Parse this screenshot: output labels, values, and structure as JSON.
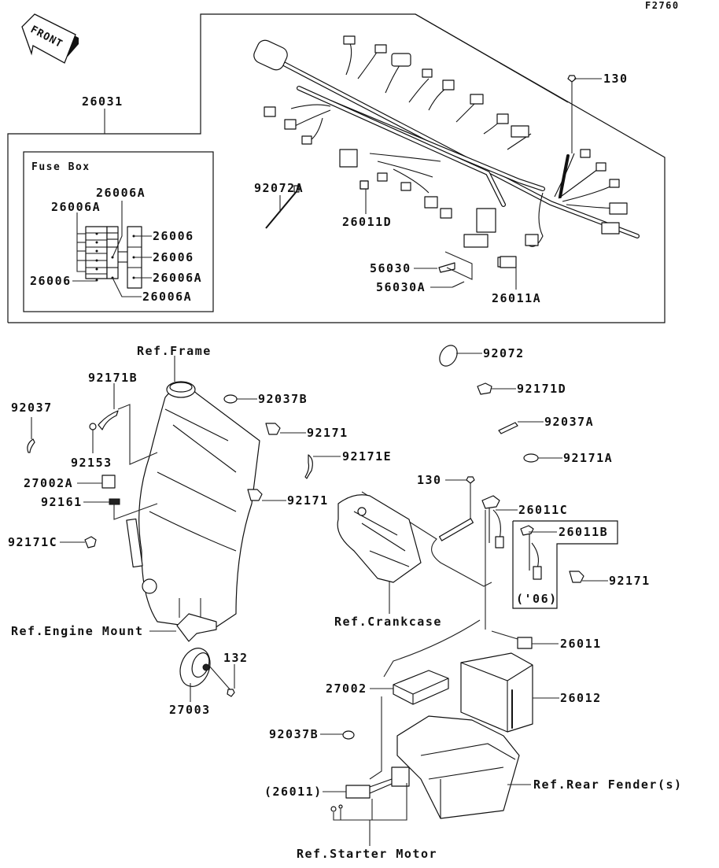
{
  "diagram": {
    "figure_id": "F2760",
    "front_arrow_label": "FRONT",
    "harness_box": {
      "main_label": "26031",
      "labels": [
        "130",
        "92072A",
        "26011D",
        "56030",
        "56030A",
        "26011A"
      ]
    },
    "fuse_box": {
      "title": "Fuse Box",
      "labels": {
        "top_center": "26006A",
        "top_left": "26006A",
        "right_1": "26006",
        "right_2": "26006",
        "right_3": "26006A",
        "bottom_left": "26006",
        "bottom_center": "26006A"
      }
    },
    "frame_section": {
      "ref_frame": "Ref.Frame",
      "labels": [
        "92171B",
        "92037",
        "92153",
        "27002A",
        "92161",
        "92171C",
        "92037B",
        "92171",
        "92171E",
        "92171"
      ],
      "ref_engine_mount": "Ref.Engine Mount",
      "horn_labels": [
        "132",
        "27003"
      ]
    },
    "right_section": {
      "labels": [
        "92072",
        "92171D",
        "92037A",
        "92171A",
        "130",
        "26011C",
        "26011B",
        "('06)",
        "92171"
      ],
      "ref_crankcase": "Ref.Crankcase"
    },
    "battery_section": {
      "labels": [
        "26011",
        "26012",
        "27002",
        "92037B",
        "(26011)"
      ],
      "ref_rear_fender": "Ref.Rear Fender(s)",
      "ref_starter_motor": "Ref.Starter Motor"
    }
  }
}
